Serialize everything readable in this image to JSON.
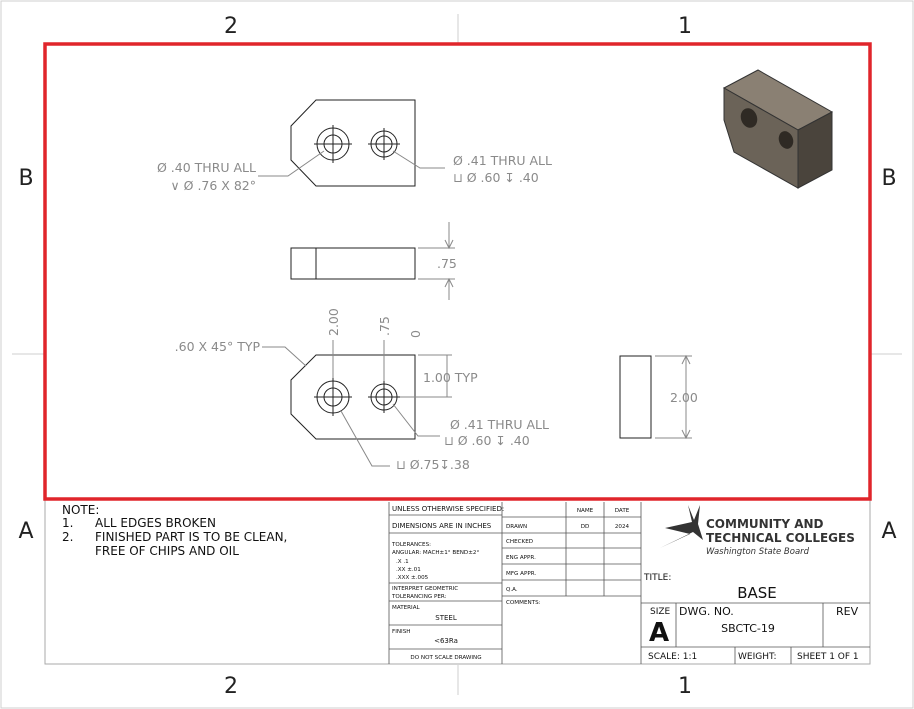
{
  "zones": {
    "col_left": "2",
    "col_right": "1",
    "row_upper": "B",
    "row_lower": "A"
  },
  "dimensions": {
    "hole1_thru": "Ø .40 THRU ALL",
    "hole1_csk": "∨ Ø .76 X 82°",
    "hole2_thru": "Ø .41 THRU ALL",
    "hole2_cbore": "⊔ Ø .60 ↧ .40",
    "thickness": ".75",
    "chamfer": ".60 X 45° TYP",
    "ord_200": "2.00",
    "ord_075": ".75",
    "ord_0": "0",
    "typ_100": "1.00 TYP",
    "hole3_thru": "Ø .41 THRU ALL",
    "hole3_cbore": "⊔ Ø .60 ↧ .40",
    "hole4_cbore": "⊔ Ø.75↧.38",
    "side_height": "2.00"
  },
  "notes": {
    "heading": "NOTE:",
    "items": [
      {
        "num": "1.",
        "text": "ALL EDGES BROKEN"
      },
      {
        "num": "2.",
        "text": "FINISHED PART IS TO BE CLEAN,"
      },
      {
        "num": "",
        "text": "FREE OF CHIPS AND OIL"
      }
    ]
  },
  "title_block": {
    "unless": "UNLESS OTHERWISE SPECIFIED:",
    "dims_in": "DIMENSIONS ARE IN INCHES",
    "tolerances": "TOLERANCES:",
    "angular": "ANGULAR: MACH±1° BEND±2°",
    "tol_x": ".X  .1",
    "tol_xx": ".XX  ±.01",
    "tol_xxx": ".XXX  ±.005",
    "interpret1": "INTERPRET GEOMETRIC",
    "interpret2": "TOLERANCING PER:",
    "material_label": "MATERIAL",
    "material": "STEEL",
    "finish_label": "FINISH",
    "finish": "<63Ra",
    "do_not_scale": "DO NOT SCALE DRAWING",
    "col_name": "NAME",
    "col_date": "DATE",
    "drawn": "DRAWN",
    "drawn_name": "DD",
    "drawn_date": "2024",
    "checked": "CHECKED",
    "eng_appr": "ENG APPR.",
    "mfg_appr": "MFG APPR.",
    "qa": "Q.A.",
    "comments": "COMMENTS:",
    "logo_line1": "COMMUNITY AND",
    "logo_line2": "TECHNICAL COLLEGES",
    "logo_line3": "Washington State Board",
    "title_label": "TITLE:",
    "title": "BASE",
    "size_label": "SIZE",
    "size": "A",
    "dwg_no_label": "DWG.  NO.",
    "dwg_no": "SBCTC-19",
    "rev_label": "REV",
    "scale": "SCALE: 1:1",
    "weight": "WEIGHT:",
    "sheet": "SHEET 1 OF 1"
  },
  "colors": {
    "highlight": "#e0252b",
    "dim_gray": "#8a8a8a",
    "part_face": "#6b6358"
  }
}
